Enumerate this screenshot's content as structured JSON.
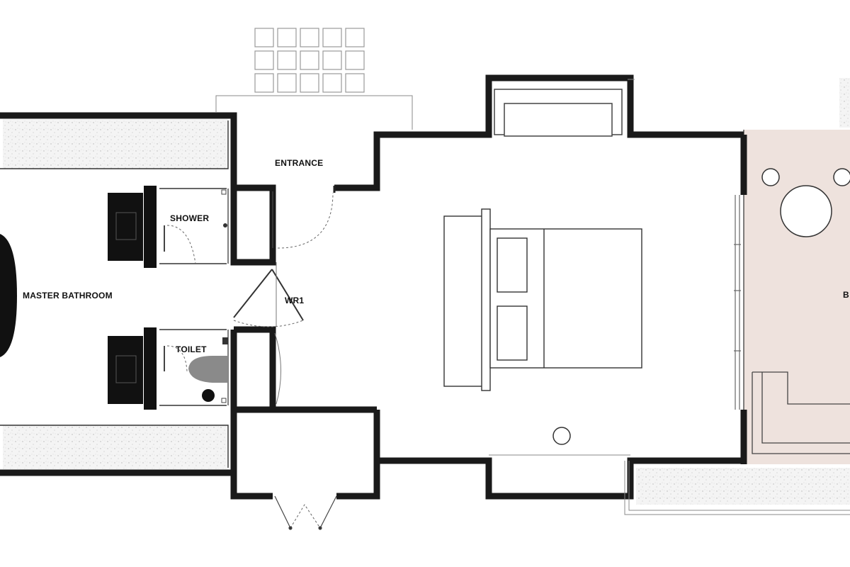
{
  "rooms": {
    "entrance": "ENTRANCE",
    "shower": "SHOWER",
    "master_bathroom": "MASTER BATHROOM",
    "toilet": "TOILET",
    "wir": "WR1",
    "right_room_partial": "B"
  },
  "colors": {
    "wall": "#1a1a1a",
    "terrace": "#eee2dd",
    "fixture": "#111111",
    "toilet": "#8a8a8a"
  }
}
